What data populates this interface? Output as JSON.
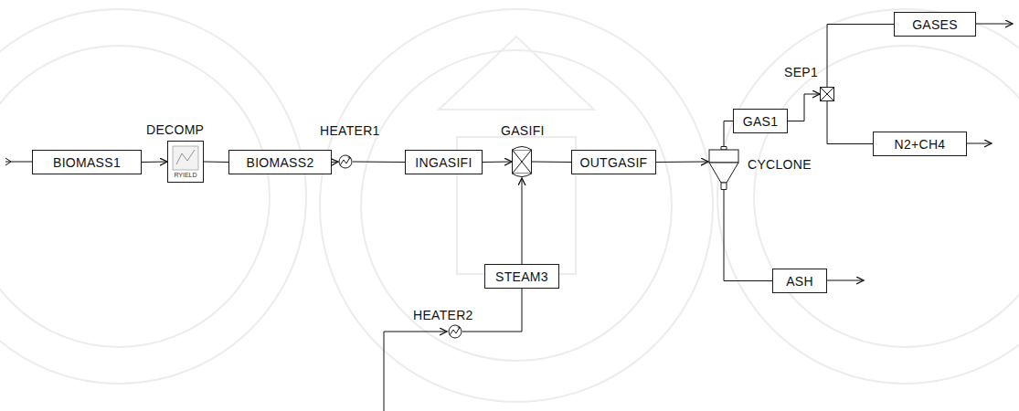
{
  "diagram": {
    "nodes": [
      {
        "text": [
          "BIOMASS1"
        ]
      },
      {
        "text": [
          "DECOMP",
          "RYIELD"
        ]
      },
      {
        "text": [
          "BIOMASS2"
        ]
      },
      {
        "text": [
          "HEATER1"
        ]
      },
      {
        "text": [
          "INGASIFI"
        ]
      },
      {
        "text": [
          "GASIFI"
        ]
      },
      {
        "text": [
          "OUTGASIF"
        ]
      },
      {
        "text": [
          "CYCLONE"
        ]
      },
      {
        "text": [
          "GAS1"
        ]
      },
      {
        "text": [
          "SEP1"
        ]
      },
      {
        "text": [
          "GASES"
        ]
      },
      {
        "text": [
          "N2+CH4"
        ]
      },
      {
        "text": [
          "ASH"
        ]
      },
      {
        "text": [
          "STEAM3"
        ]
      },
      {
        "text": [
          "HEATER2"
        ]
      }
    ],
    "edges": [
      {
        "from": 0,
        "to": 1,
        "arrow": "to"
      },
      {
        "from": 1,
        "to": 2,
        "arrow": "none"
      },
      {
        "from": 2,
        "to": 3,
        "arrow": "to"
      },
      {
        "from": 3,
        "to": 4,
        "arrow": "none"
      },
      {
        "from": 4,
        "to": 5,
        "arrow": "to"
      },
      {
        "from": 5,
        "to": 6,
        "arrow": "none"
      },
      {
        "from": 6,
        "to": 7,
        "arrow": "to"
      },
      {
        "from": 7,
        "to": 8,
        "arrow": "none"
      },
      {
        "from": 8,
        "to": 9,
        "arrow": "to"
      },
      {
        "from": 9,
        "to": 10,
        "arrow": "none"
      },
      {
        "from": 9,
        "to": 11,
        "arrow": "none"
      },
      {
        "from": 7,
        "to": 12,
        "arrow": "none"
      },
      {
        "from": 14,
        "to": 13,
        "arrow": "none"
      },
      {
        "from": 13,
        "to": 5,
        "arrow": "to"
      }
    ]
  }
}
